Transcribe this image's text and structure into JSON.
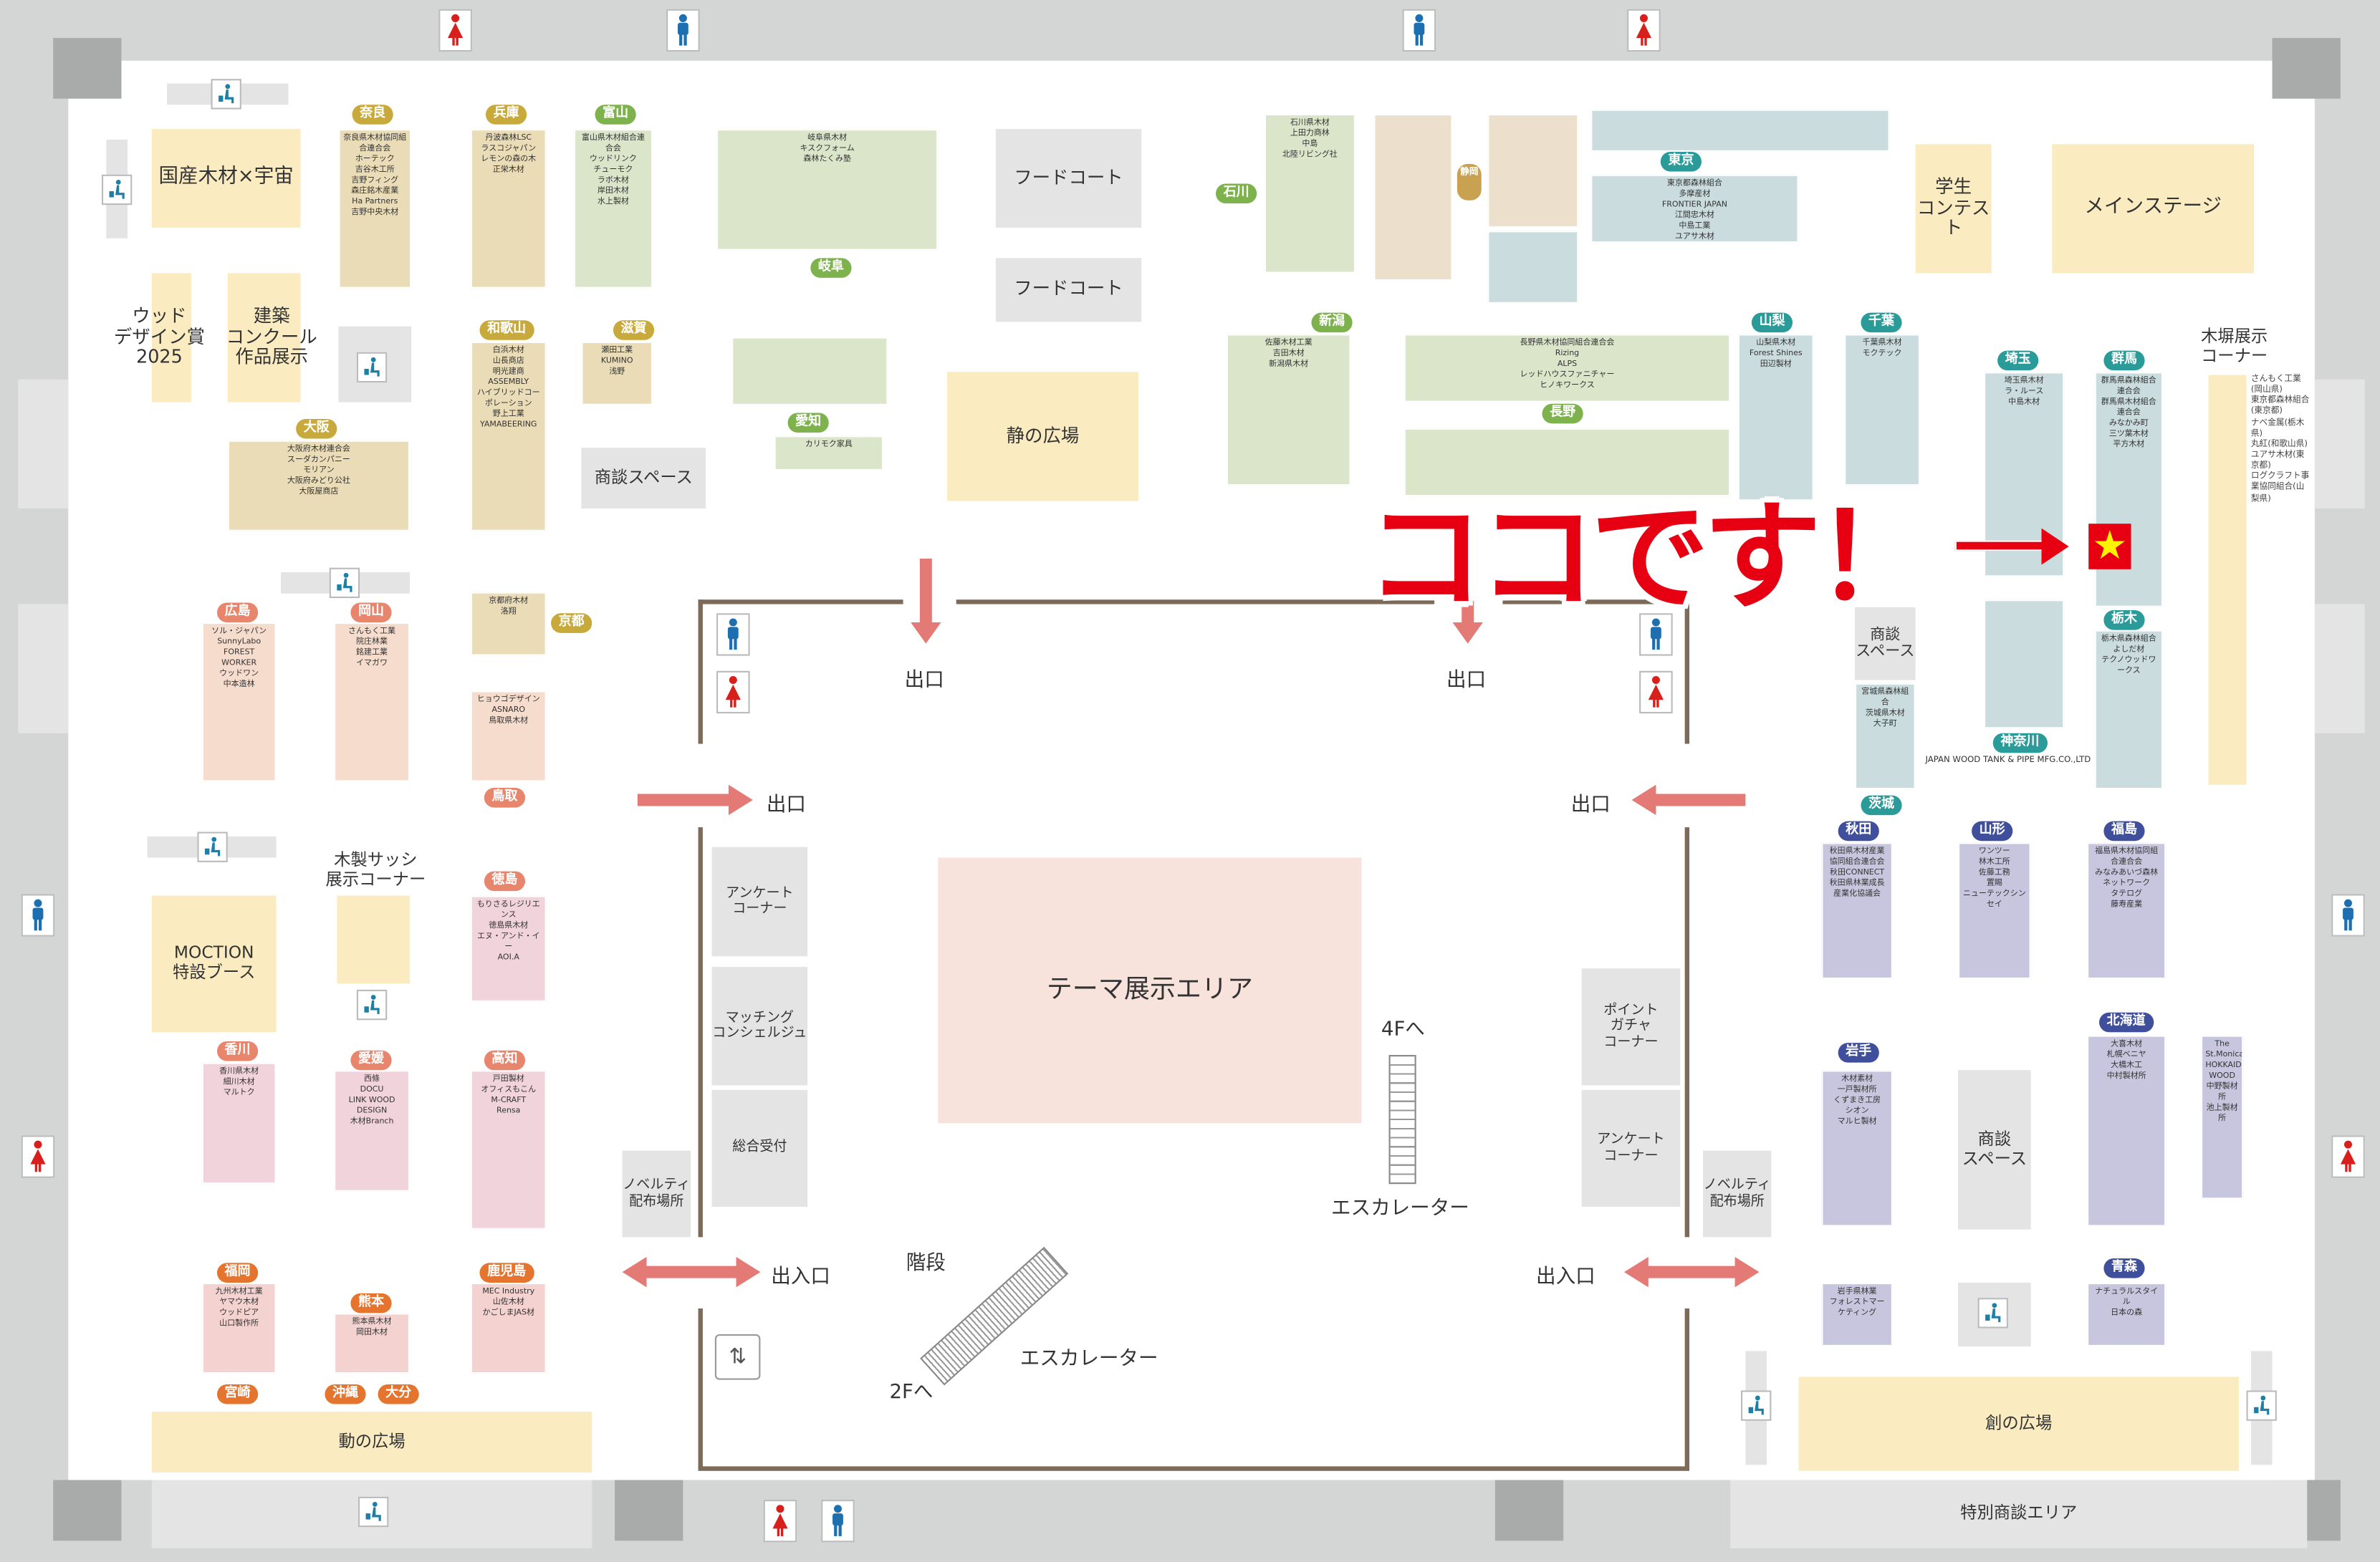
{
  "zones": {
    "space_wood": "国産木材×宇宙",
    "wood_design": "ウッド\nデザイン賞\n2025",
    "architecture": "建築\nコンクール\n作品展示",
    "food_court_1": "フードコート",
    "food_court_2": "フードコート",
    "quiet_plaza": "静の広場",
    "student_contest": "学生\nコンテスト",
    "main_stage": "メインステージ",
    "fence_corner": "木塀展示\nコーナー",
    "business_left": "商談スペース",
    "theme_area": "テーマ展示エリア",
    "survey_left": "アンケート\nコーナー",
    "matching": "マッチング\nコンシェルジュ",
    "reception": "総合受付",
    "novelty_left": "ノベルティ\n配布場所",
    "novelty_right": "ノベルティ\n配布場所",
    "gacha": "ポイント\nガチャ\nコーナー",
    "survey_right": "アンケート\nコーナー",
    "moction": "MOCTION\n特設ブース",
    "sash_corner": "木製サッシ\n展示コーナー",
    "dou_plaza": "動の広場",
    "sou_plaza": "創の広場",
    "special_business": "特別商談エリア",
    "business_right_1": "商談\nスペース",
    "business_right_2": "商談\nスペース"
  },
  "nav": {
    "exit_top_left": "出口",
    "exit_top_right": "出口",
    "exit_left": "出口",
    "exit_right": "出口",
    "entrance_left": "出入口",
    "entrance_right": "出入口",
    "escalator_4f_to": "4Fへ",
    "escalator_4f": "エスカレーター",
    "stairs": "階段",
    "escalator_2f_to": "2Fへ",
    "escalator_2f": "エスカレーター"
  },
  "callout": {
    "text": "ココです！",
    "color": "#e60012",
    "marker_color": "#fff200"
  },
  "fence_list": [
    "さんもく工業(岡山県)",
    "東京都森林組合(東京都)",
    "ナベ金属(栃木県)",
    "丸紅(和歌山県)",
    "ユアサ木材(東京都)",
    "ログクラフト事業協同組合(山梨県)"
  ],
  "prefs": {
    "nara": "奈良",
    "hyogo": "兵庫",
    "toyama": "富山",
    "wakayama": "和歌山",
    "shiga": "滋賀",
    "osaka": "大阪",
    "kyoto": "京都",
    "hiroshima": "広島",
    "okayama": "岡山",
    "tottori": "鳥取",
    "tokushima": "徳島",
    "kagawa": "香川",
    "ehime": "愛媛",
    "kochi": "高知",
    "fukuoka": "福岡",
    "kumamoto": "熊本",
    "kagoshima": "鹿児島",
    "miyazaki": "宮崎",
    "okinawa": "沖縄",
    "oita": "大分",
    "gifu": "岐阜",
    "aichi": "愛知",
    "shizuoka": "静岡",
    "ishikawa": "石川",
    "tokyo": "東京",
    "niigata": "新潟",
    "nagano": "長野",
    "yamanashi": "山梨",
    "chiba": "千葉",
    "saitama": "埼玉",
    "gunma": "群馬",
    "tochigi": "栃木",
    "kanagawa": "神奈川",
    "ibaraki": "茨城",
    "akita": "秋田",
    "yamagata": "山形",
    "fukushima": "福島",
    "iwate": "岩手",
    "hokkaido": "北海道",
    "aomori": "青森"
  },
  "booths": {
    "nara": [
      "奈良県木材協同組合連合会",
      "ホーテック",
      "吉谷木工所",
      "吉野フィング",
      "森庄銘木産業",
      "Ha Partners",
      "吉野中央木材"
    ],
    "hyogo": [
      "丹波森林LSC",
      "ラスコジャパン",
      "レモンの森の木",
      "正栄木材"
    ],
    "toyama": [
      "富山県木材組合連合会",
      "ウッドリンク",
      "チューモク",
      "ラボ木材",
      "岸田木材",
      "水上製材"
    ],
    "wakayama": [
      "白浜木材",
      "山長商店",
      "明光建商",
      "ASSEMBLY",
      "ハイブリッドコーポレーション",
      "野上工業",
      "YAMABEERING"
    ],
    "shiga": [
      "瀬田工業",
      "KUMINO",
      "浅野"
    ],
    "osaka": [
      "大阪府木材連合会",
      "スーダカンパニー",
      "モリアン",
      "大阪府みどり公社",
      "大阪屋商店"
    ],
    "kyoto": [
      "京都府木材",
      "洛翔"
    ],
    "hiroshima": [
      "ソル・ジャパン",
      "SunnyLabo",
      "FOREST WORKER",
      "ウッドワン",
      "中本造林"
    ],
    "okayama": [
      "さんもく工業",
      "院庄林業",
      "銘建工業",
      "イマガワ"
    ],
    "tottori": [
      "ヒョウゴデザイン",
      "ASNARO",
      "鳥取県木材"
    ],
    "tokushima": [
      "もりさるレジリエンス",
      "徳島県木材",
      "エヌ・アンド・イー",
      "AOI.A"
    ],
    "kagawa": [
      "香川県木材",
      "細川木材",
      "マルトク"
    ],
    "ehime": [
      "西條",
      "DOCU",
      "LINK WOOD DESIGN",
      "木材Branch"
    ],
    "kochi": [
      "戸田製材",
      "オフィスもこん",
      "M-CRAFT",
      "Rensa"
    ],
    "fukuoka": [
      "九州木材工業",
      "ヤマウ木材",
      "ウッドピア",
      "山口製作所"
    ],
    "kumamoto": [
      "熊本県木材",
      "岡田木材"
    ],
    "kagoshima": [
      "MEC Industry",
      "山佐木材",
      "かごしまJAS材"
    ],
    "gifu": [
      "岐阜県木材",
      "キスクフォーム",
      "森林たくみ塾"
    ],
    "aichi": [
      "カリモク家具"
    ],
    "ishikawa": [
      "石川県木材",
      "上田力商林",
      "中島",
      "北陸リビング社"
    ],
    "tokyo": [
      "東京都森林組合",
      "多摩産材",
      "FRONTIER JAPAN",
      "江間忠木材",
      "中島工業",
      "ユアサ木材"
    ],
    "niigata": [
      "佐藤木材工業",
      "吉田木材",
      "新潟県木材"
    ],
    "nagano": [
      "長野県木材協同組合連合会",
      "Rizing",
      "ALPS",
      "レッドハウスファニチャー",
      "ヒノキワークス"
    ],
    "yamanashi": [
      "山梨県木材",
      "Forest Shines",
      "田辺製材"
    ],
    "chiba": [
      "千葉県木材",
      "モクテック"
    ],
    "saitama": [
      "埼玉県木材",
      "ラ・ルース",
      "中島木材"
    ],
    "gunma": [
      "群馬県森林組合連合会",
      "群馬県木材組合連合会",
      "みなかみ町",
      "三ツ葉木材",
      "平方木材"
    ],
    "tochigi": [
      "栃木県森林組合",
      "よしだ材",
      "テクノウッドワークス"
    ],
    "kanagawa": [
      "JAPAN WOOD TANK & PIPE MFG.CO.,LTD"
    ],
    "ibaraki": [
      "宮城県森林組合",
      "茨城県木材",
      "大子町"
    ],
    "akita": [
      "秋田県木材産業協同組合連合会",
      "秋田CONNECT",
      "秋田県林業成長産業化協議会"
    ],
    "yamagata": [
      "ワンツー",
      "林木工所",
      "佐藤工務",
      "置賜",
      "ニューテックシンセイ"
    ],
    "fukushima": [
      "福島県木材協同組合連合会",
      "みなみあいづ森林ネットワーク",
      "タテログ",
      "藤寿産業"
    ],
    "iwate": [
      "木材素材",
      "一戸製材所",
      "くずまき工房",
      "シオン",
      "マルヒ製材"
    ],
    "hokkaido": [
      "大喜木材",
      "札幌ベニヤ",
      "大橋木工",
      "中村製材所"
    ],
    "hokkaido2": [
      "The St.Monica",
      "HOKKAIDO WOOD",
      "中野製材所",
      "池上製材所"
    ],
    "aomori": [
      "ナチュラルスタイル",
      "日本の森"
    ],
    "iwate2": [
      "岩手県林業",
      "フォレストマーケティング"
    ]
  },
  "colors": {
    "kansai": "#c8a93b",
    "chubu": "#7db24d",
    "kanto": "#2a9b98",
    "chugoku_shikoku": "#e7866d",
    "kyushu": "#e5742f",
    "tohoku": "#3f4f9b",
    "exit_arrow": "#e47a76",
    "male": "#1d6fb0",
    "female": "#d7201c"
  }
}
